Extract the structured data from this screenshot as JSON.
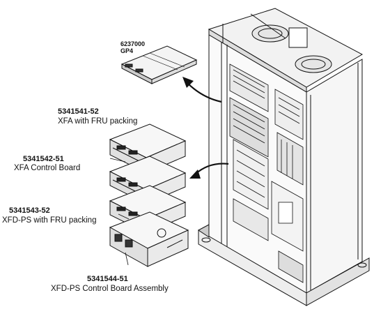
{
  "callouts": [
    {
      "part_number": "6237000",
      "description": "GP4"
    },
    {
      "part_number": "5341541-52",
      "description": "XFA with FRU packing"
    },
    {
      "part_number": "5341542-51",
      "description": "XFA Control Board"
    },
    {
      "part_number": "5341543-52",
      "description": "XFD-PS with FRU packing"
    },
    {
      "part_number": "5341544-51",
      "description": "XFD-PS Control Board Assembly"
    }
  ]
}
